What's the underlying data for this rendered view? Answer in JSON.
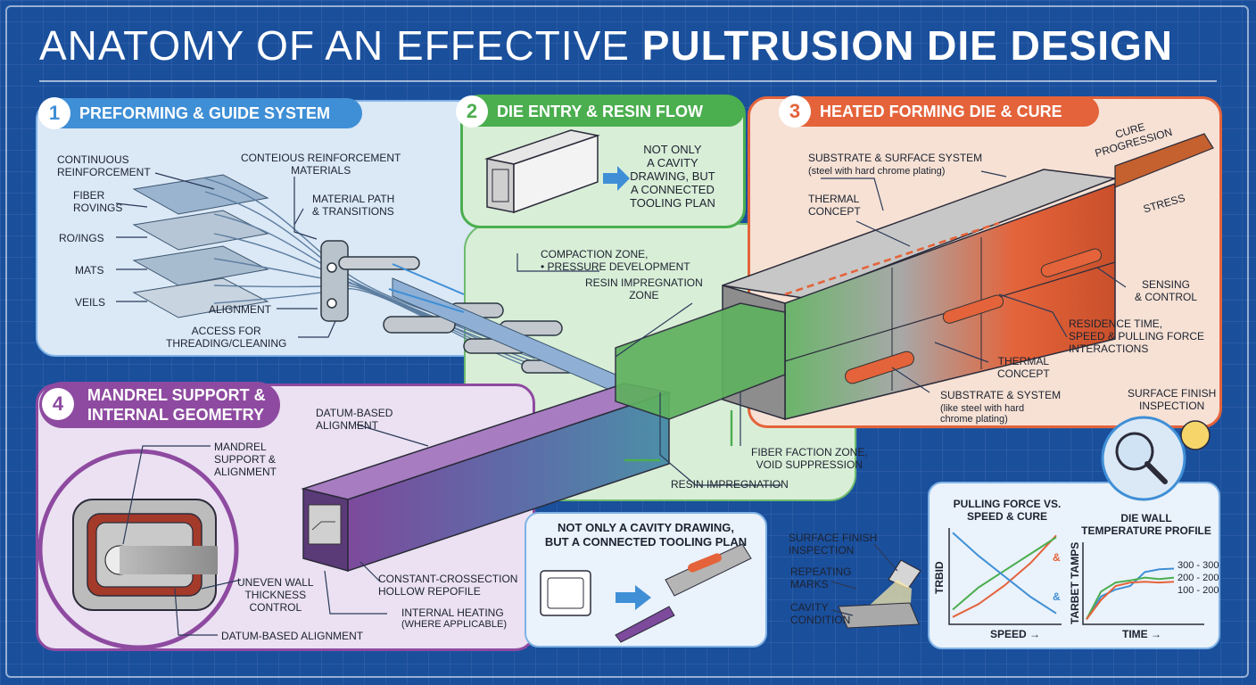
{
  "title": {
    "light": "ANATOMY OF AN EFFECTIVE ",
    "bold": "PULTRUSION DIE DESIGN"
  },
  "colors": {
    "background": "#1a4f9c",
    "blue": "#3f8fd6",
    "green": "#4bae4f",
    "orange": "#e4633a",
    "purple": "#8e4aa0"
  },
  "sections": {
    "preform": {
      "num": "1",
      "title": "PREFORMING & GUIDE SYSTEM",
      "labels": {
        "continuous": "CONTINUOUS\nREINFORCEMENT",
        "materials": "CONTEIOUS REINFORCEMENT\nMATERIALS",
        "fiber": "FIBER\nROVINGS",
        "path": "MATERIAL PATH\n& TRANSITIONS",
        "rovings": "RO/INGS",
        "mats": "MATS",
        "veils": "VEILS",
        "alignment": "ALIGNMENT",
        "access": "ACCESS FOR\nTHREADING/CLEANING"
      }
    },
    "entry": {
      "num": "2",
      "title": "DIE ENTRY & RESIN FLOW",
      "note": "NOT ONLY\nA CAVITY\nDRAWING, BUT\nA CONNECTED\nTOOLING PLAN"
    },
    "heated": {
      "num": "3",
      "title": "HEATED FORMING DIE & CURE",
      "labels": {
        "substrate": "SUBSTRATE & SURFACE SYSTEM",
        "substrate_note": "(steel with hard chrome plating)",
        "cure": "CURE\nPROGRESSION",
        "stress": "STRESS",
        "thermal": "THERMAL\nCONCEPT",
        "sensing": "SENSING\n& CONTROL",
        "residence": "RESIDENCE TIME,\nSPEED & PULLING FORCE\nINTERACTIONS",
        "thermal2": "THERMAL\nCONCEPT",
        "substrate2": "SUBSTRATE & SYSTEM",
        "substrate2_note": "(like steel with hard\nchrome plating)"
      }
    },
    "mandrel": {
      "num": "4",
      "title": "MANDREL SUPPORT &\nINTERNAL GEOMETRY",
      "labels": {
        "datum": "DATUM-BASED\nALIGNMENT",
        "support": "MANDREL\nSUPPORT &\nALIGNMENT",
        "uneven": "UNEVEN WALL\nTHICKNESS\nCONTROL",
        "datum2": "DATUM-BASED ALIGNMENT",
        "constant": "CONSTANT-CROSSECTION\nHOLLOW REPOFILE",
        "internal": "INTERNAL HEATING",
        "internal_note": "(WHERE APPLICABLE)"
      }
    }
  },
  "center_labels": {
    "compaction": "COMPACTION ZONE,\n• PRESSURE DEVELOPMENT",
    "impregnation_zone": "RESIN IMPREGNATION\nZONE",
    "fiber_fraction": "FIBER FACTION ZONE,\nVOID SUPPRESSION",
    "impregnation": "RESIN IMPREGNATION"
  },
  "tooling_plan": {
    "title": "NOT ONLY A CAVITY DRAWING,\nBUT A CONNECTED TOOLING PLAN"
  },
  "inspection": {
    "top": "SURFACE FINISH\nINSPECTION",
    "left": "SURFACE FINISH\nINSPECTION",
    "repeating": "REPEATING\nMARKS",
    "cavity": "CAVITY\nCONDITION"
  },
  "chart_data": [
    {
      "type": "line",
      "title": "PULLING FORCE VS.\nSPEED & CURE",
      "xlabel": "SPEED →",
      "ylabel": "TRBID",
      "annotations": [
        "&",
        "&"
      ],
      "series": [
        {
          "color": "#e4633a",
          "values": [
            0.04,
            0.18,
            0.38,
            0.62,
            0.92
          ]
        },
        {
          "color": "#4bae4f",
          "values": [
            0.12,
            0.36,
            0.54,
            0.72,
            0.9
          ]
        },
        {
          "color": "#3f8fd6",
          "values": [
            0.95,
            0.7,
            0.48,
            0.26,
            0.08
          ]
        }
      ]
    },
    {
      "type": "line",
      "title": "DIE WALL\nTEMPERATURE PROFILE",
      "xlabel": "TIME →",
      "ylabel": "TARBET TAMPS",
      "tick_labels": [
        "300 - 300",
        "200 - 200",
        "100 - 200"
      ],
      "series": [
        {
          "color": "#3f8fd6",
          "values": [
            0.02,
            0.35,
            0.45,
            0.5,
            0.7,
            0.74,
            0.75
          ]
        },
        {
          "color": "#4bae4f",
          "values": [
            0.02,
            0.42,
            0.55,
            0.58,
            0.62,
            0.6,
            0.62
          ]
        },
        {
          "color": "#e4633a",
          "values": [
            0.02,
            0.3,
            0.5,
            0.55,
            0.56,
            0.55,
            0.56
          ]
        }
      ]
    }
  ]
}
